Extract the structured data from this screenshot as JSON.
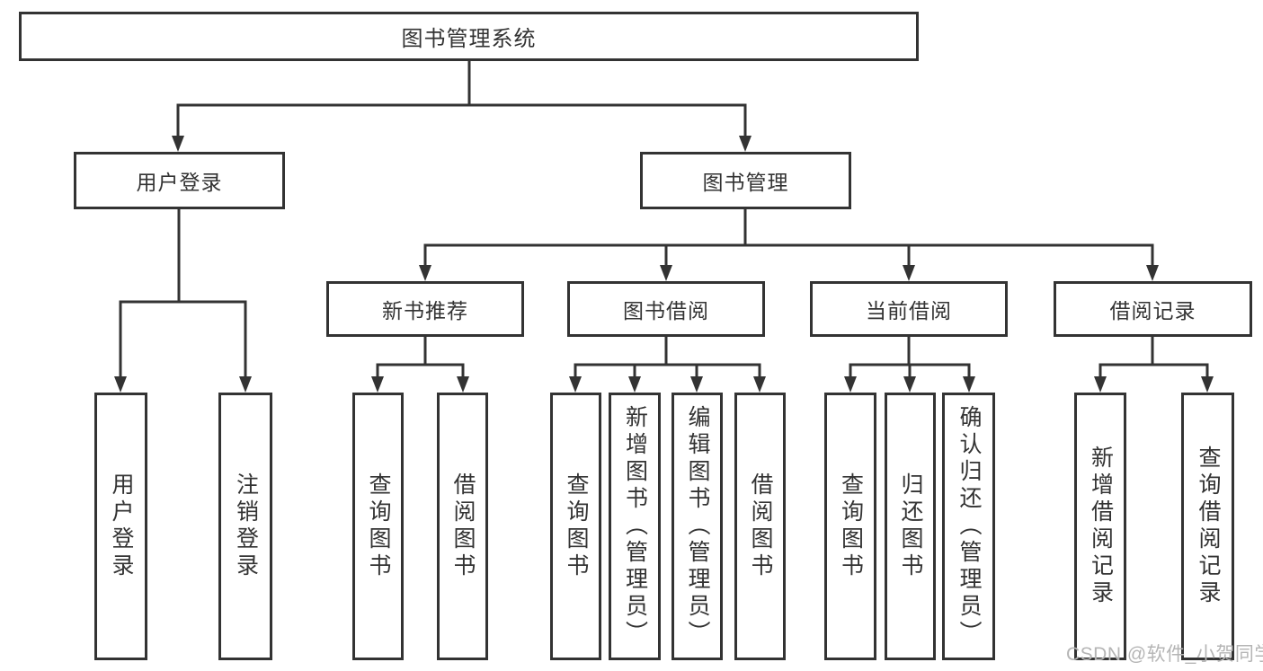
{
  "diagram": {
    "root": {
      "label": "图书管理系统"
    },
    "level2": [
      {
        "label": "用户登录"
      },
      {
        "label": "图书管理"
      }
    ],
    "level3": [
      {
        "label": "新书推荐"
      },
      {
        "label": "图书借阅"
      },
      {
        "label": "当前借阅"
      },
      {
        "label": "借阅记录"
      }
    ],
    "leaves": {
      "user_login": [
        {
          "label": "用户登录"
        },
        {
          "label": "注销登录"
        }
      ],
      "new_book_rec": [
        {
          "label": "查询图书"
        },
        {
          "label": "借阅图书"
        }
      ],
      "book_borrow": [
        {
          "label": "查询图书"
        },
        {
          "label": "新增图书（管理员）"
        },
        {
          "label": "编辑图书（管理员）"
        },
        {
          "label": "借阅图书"
        }
      ],
      "current_borrow": [
        {
          "label": "查询图书"
        },
        {
          "label": "归还图书"
        },
        {
          "label": "确认归还（管理员）"
        }
      ],
      "borrow_records": [
        {
          "label": "新增借阅记录"
        },
        {
          "label": "查询借阅记录"
        }
      ]
    },
    "colors": {
      "line": "#333333",
      "box_border": "#333333",
      "text": "#333333",
      "background": "#ffffff",
      "watermark": "#b5b5b5"
    }
  },
  "watermark": {
    "text": "CSDN @软件_小贺同学"
  }
}
